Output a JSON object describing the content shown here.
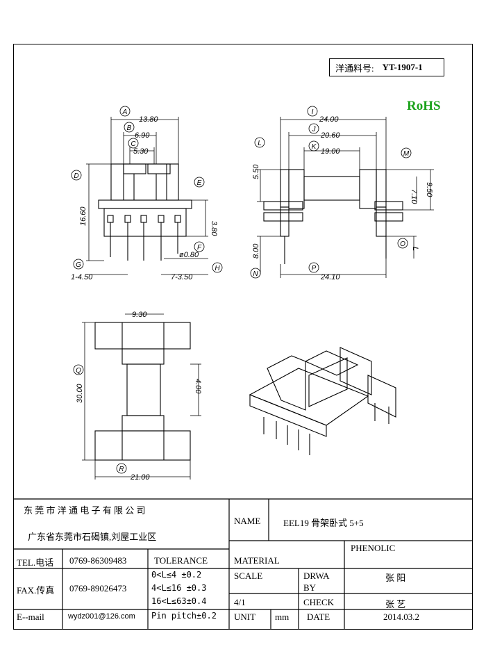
{
  "header": {
    "part_label": "洋通料号:",
    "part_number": "YT-1907-1",
    "rohs": "RoHS"
  },
  "dims": {
    "A": "A",
    "B": "B",
    "C": "C",
    "D": "D",
    "E": "E",
    "F": "F",
    "G": "G",
    "H": "H",
    "I": "I",
    "J": "J",
    "K": "K",
    "L": "L",
    "M": "M",
    "N": "N",
    "O": "O",
    "P": "P",
    "Q": "Q",
    "R": "R",
    "a_val": "13.80",
    "b_val": "6.90",
    "c_val": "5.30",
    "d_val": "16.60",
    "e_val": "3.80",
    "f_val": "ø0.80",
    "g_val": "1-4.50",
    "h_val": "7-3.50",
    "i_val": "24.00",
    "j_val": "20.60",
    "k_val": "19.00",
    "l_val": "5.50",
    "m_val": "7.10",
    "m2_val": "9.50",
    "n_val": "8.00",
    "o_val": "L",
    "p_val": "24.10",
    "top_val": "9.30",
    "q_val": "30.00",
    "r_val": "21.00",
    "side_val": "4.00"
  },
  "title_block": {
    "company": "东 莞 市 洋 通 电 子 有 限 公 司",
    "address": "广东省东莞市石碣镇,刘屋工业区",
    "name_label": "NAME",
    "name_value": "EEL19 骨架卧式 5+5",
    "tel_label": "TEL.电话",
    "tel_value": "0769-86309483",
    "fax_label": "FAX.传真",
    "fax_value": "0769-89026473",
    "email_label": "E--mail",
    "email_value": "wydz001@126.com",
    "tolerance_label": "TOLERANCE",
    "tol1": "0<L≤4  ±0.2",
    "tol2": "4<L≤16 ±0.3",
    "tol3": "16<L≤63±0.4",
    "tol4": "Pin pitch±0.2",
    "material_label": "MATERIAL",
    "material_value": "PHENOLIC",
    "scale_label": "SCALE",
    "scale_value": "4/1",
    "drawn_label1": "DRWA",
    "drawn_label2": "BY",
    "drawn_value": "张 阳",
    "check_label": "CHECK",
    "check_value": "张 艺",
    "unit_label": "UNIT",
    "unit_value": "mm",
    "date_label": "DATE",
    "date_value": "2014.03.2"
  }
}
